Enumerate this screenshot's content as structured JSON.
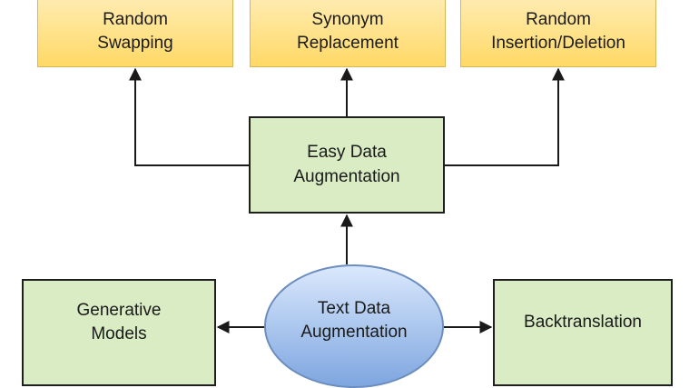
{
  "nodes": {
    "random_swapping": "Random\nSwapping",
    "synonym_replacement": "Synonym\nReplacement",
    "random_insertion_deletion": "Random\nInsertion/Deletion",
    "easy_data_augmentation": "Easy Data\nAugmentation",
    "generative_models": "Generative\nModels",
    "text_data_augmentation": "Text Data\nAugmentation",
    "backtranslation": "Backtranslation"
  },
  "colors": {
    "leaf_fill": "#ffd966",
    "method_fill": "#d9ecc4",
    "root_fill": "#7ea6e0",
    "edge": "#1a1a1a"
  }
}
